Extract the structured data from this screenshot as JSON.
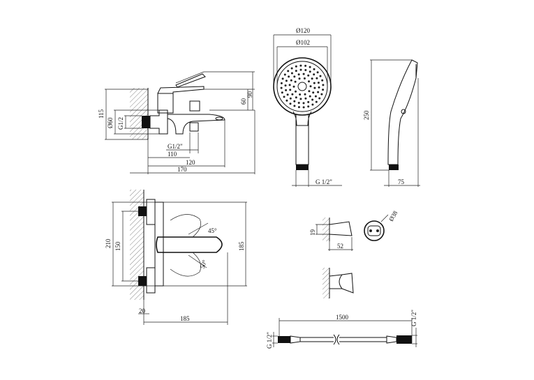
{
  "dimensions": {
    "hand_shower": {
      "head_outer": "Ø120",
      "head_inner": "Ø102",
      "connection": "G 1/2\"",
      "height": "250",
      "depth": "75"
    },
    "mixer_side": {
      "total_height": "115",
      "lever_height": "90",
      "spout_height": "60",
      "body_diameter": "Ø60",
      "inlet_thread": "G1/2",
      "outlet_thread": "G1/2\"",
      "outlet_offset": "110",
      "spout_reach": "120",
      "total_depth": "170"
    },
    "mixer_front": {
      "total_height": "210",
      "inlet_spacing": "150",
      "body_height": "185",
      "lever_angle_top": "45°",
      "lever_angle_bottom": "50°",
      "wall_gap": "20",
      "total_width": "185"
    },
    "holder": {
      "height": "19",
      "width": "52",
      "diameter": "Ø38"
    },
    "hose": {
      "length": "1500",
      "thread_left": "G 1/2\"",
      "thread_right": "G 1/2\""
    }
  }
}
